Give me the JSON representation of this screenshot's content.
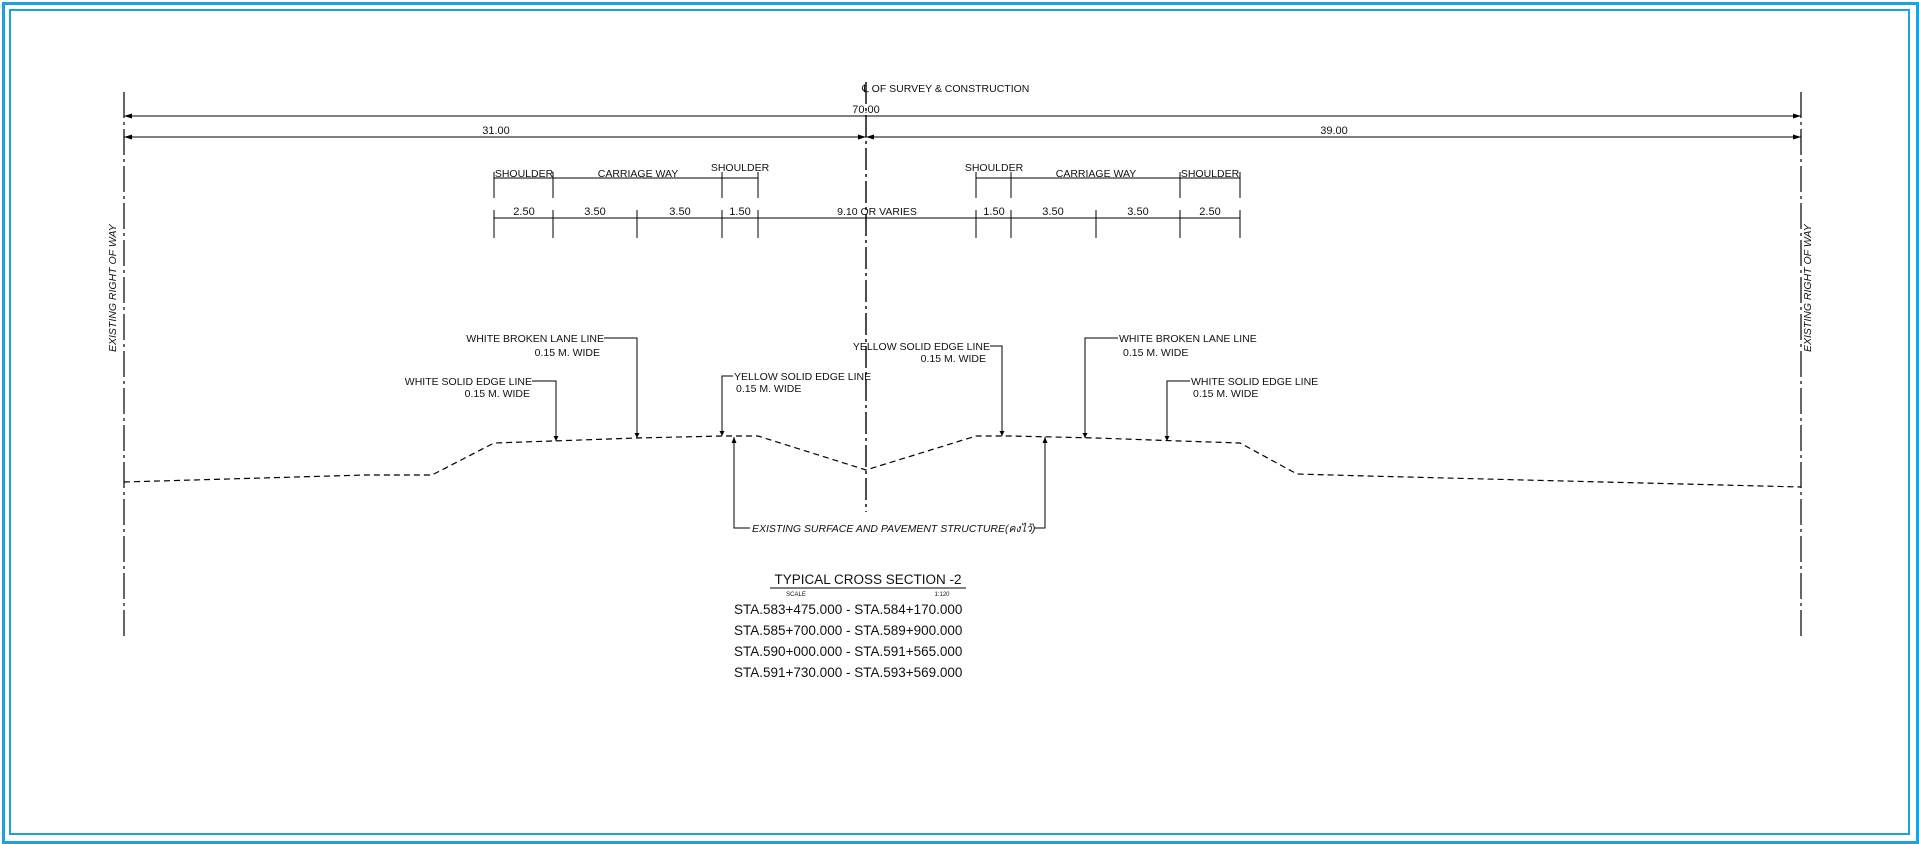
{
  "centerline_label": "℄ OF SURVEY & CONSTRUCTION",
  "total_width": "70.00",
  "left_width": "31.00",
  "right_width": "39.00",
  "row_left": "EXISTING RIGHT OF WAY",
  "row_right": "EXISTING RIGHT OF WAY",
  "left_components": {
    "shoulder_outer": "SHOULDER",
    "carriage_way": "CARRIAGE WAY",
    "shoulder_inner": "SHOULDER"
  },
  "right_components": {
    "shoulder_inner": "SHOULDER",
    "carriage_way": "CARRIAGE WAY",
    "shoulder_outer": "SHOULDER"
  },
  "dims": {
    "l_shoulder": "2.50",
    "l_lane1": "3.50",
    "l_lane2": "3.50",
    "l_inner_shoulder": "1.50",
    "median": "9.10 OR VARIES",
    "r_inner_shoulder": "1.50",
    "r_lane1": "3.50",
    "r_lane2": "3.50",
    "r_shoulder": "2.50"
  },
  "callouts": {
    "white_broken_left": "WHITE BROKEN LANE LINE",
    "white_broken_left_w": "0.15 M. WIDE",
    "white_solid_left": "WHITE SOLID EDGE LINE",
    "white_solid_left_w": "0.15 M. WIDE",
    "yellow_left": "YELLOW SOLID EDGE LINE",
    "yellow_left_w": "0.15 M. WIDE",
    "yellow_right": "YELLOW SOLID EDGE LINE",
    "yellow_right_w": "0.15 M. WIDE",
    "white_broken_right": "WHITE BROKEN LANE LINE",
    "white_broken_right_w": "0.15 M. WIDE",
    "white_solid_right": "WHITE SOLID EDGE LINE",
    "white_solid_right_w": "0.15 M. WIDE",
    "existing_surface": "EXISTING SURFACE AND PAVEMENT STRUCTURE(คงไว้)"
  },
  "title_block": {
    "title": "TYPICAL CROSS SECTION -2",
    "scale_label": "SCALE",
    "scale_value": "1:120",
    "stations": [
      "STA.583+475.000 - STA.584+170.000",
      "STA.585+700.000 - STA.589+900.000",
      "STA.590+000.000 - STA.591+565.000",
      "STA.591+730.000 - STA.593+569.000"
    ]
  },
  "colors": {
    "frame": "#1aa3dc",
    "linework": "#000000"
  }
}
